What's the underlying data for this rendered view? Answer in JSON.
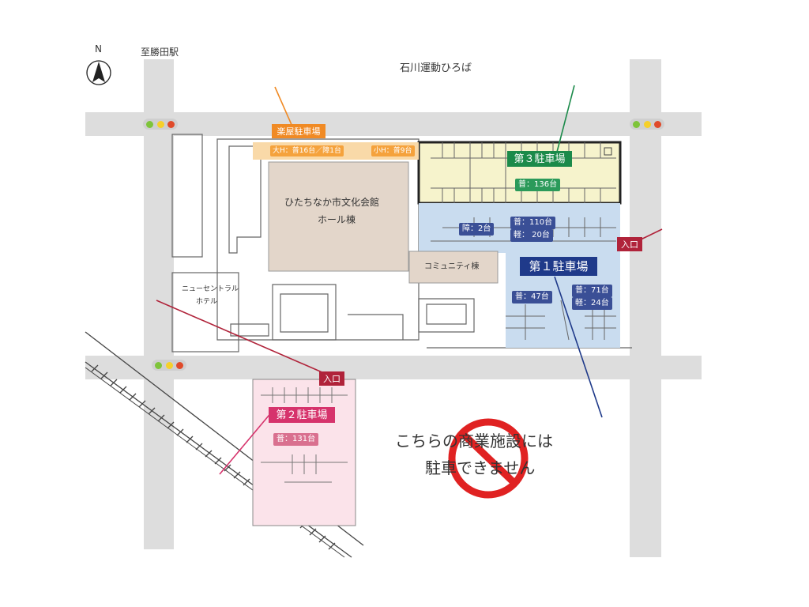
{
  "compass": {
    "label": "N",
    "icon": "north-arrow-icon"
  },
  "labels": {
    "station": "至勝田駅",
    "park": "石川運動ひろば",
    "hall_line1": "ひたちなか市文化会館",
    "hall_line2": "ホール棟",
    "community": "コミュニティ棟",
    "hotel_line1": "ニューセントラル",
    "hotel_line2": "ホテル",
    "notice_line1": "こちらの商業施設には",
    "notice_line2": "駐車できません"
  },
  "parking": {
    "rakuya": {
      "name": "楽屋駐車場",
      "detail_large": "大H：普16台／障1台",
      "detail_small": "小H：普9台",
      "color": "#f08a24"
    },
    "lot1": {
      "name": "第１駐車場",
      "chip_handicap": "障：2台",
      "chip_upper_line1": "普：110台",
      "chip_upper_line2": "軽： 20台",
      "chip_left": "普：47台",
      "chip_right_line1": "普：71台",
      "chip_right_line2": "軽：24台",
      "color": "#1f3a8a"
    },
    "lot2": {
      "name": "第２駐車場",
      "chip": "普：131台",
      "color": "#d6336c"
    },
    "lot3": {
      "name": "第３駐車場",
      "chip": "普：136台",
      "color": "#1b8a4a"
    }
  },
  "entrances": {
    "east": "入口",
    "south": "入口"
  },
  "icons": {
    "traffic_light": "traffic-light-icon",
    "no_parking": "no-parking-icon",
    "railway": "railway-track-icon"
  }
}
